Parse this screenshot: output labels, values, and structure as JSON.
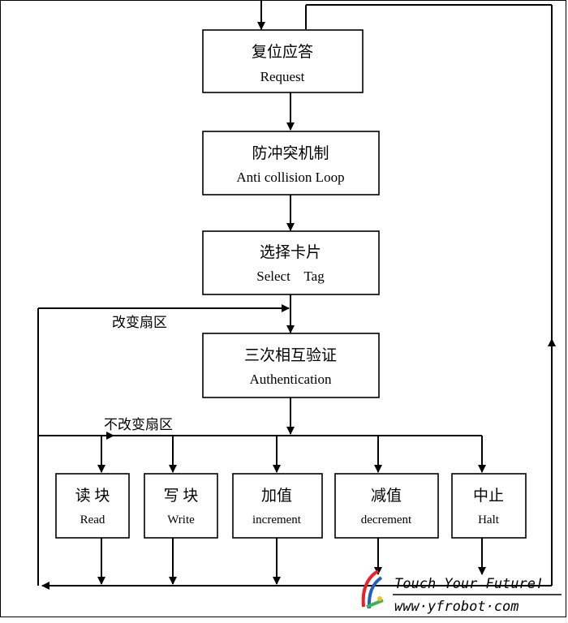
{
  "nodes": {
    "request": {
      "zh": "复位应答",
      "en": "Request"
    },
    "anticoll": {
      "zh": "防冲突机制",
      "en": "Anti collision Loop"
    },
    "select": {
      "zh": "选择卡片",
      "en": "Select    Tag"
    },
    "auth": {
      "zh": "三次相互验证",
      "en": "Authentication"
    },
    "read": {
      "zh": "读 块",
      "en": "Read"
    },
    "write": {
      "zh": "写 块",
      "en": "Write"
    },
    "increment": {
      "zh": "加值",
      "en": "increment"
    },
    "decrement": {
      "zh": "减值",
      "en": "decrement"
    },
    "halt": {
      "zh": "中止",
      "en": "Halt"
    }
  },
  "labels": {
    "change_sector": "改变扇区",
    "keep_sector": "不改变扇区"
  },
  "watermark": {
    "slogan": "Touch Your Future!",
    "url": "www·yfrobot·com"
  },
  "colors": {
    "line": "#000000",
    "logo_red": "#e8202a",
    "logo_blue": "#1f5fbf",
    "logo_green": "#3fb34f",
    "logo_yellow": "#f2c21b"
  }
}
